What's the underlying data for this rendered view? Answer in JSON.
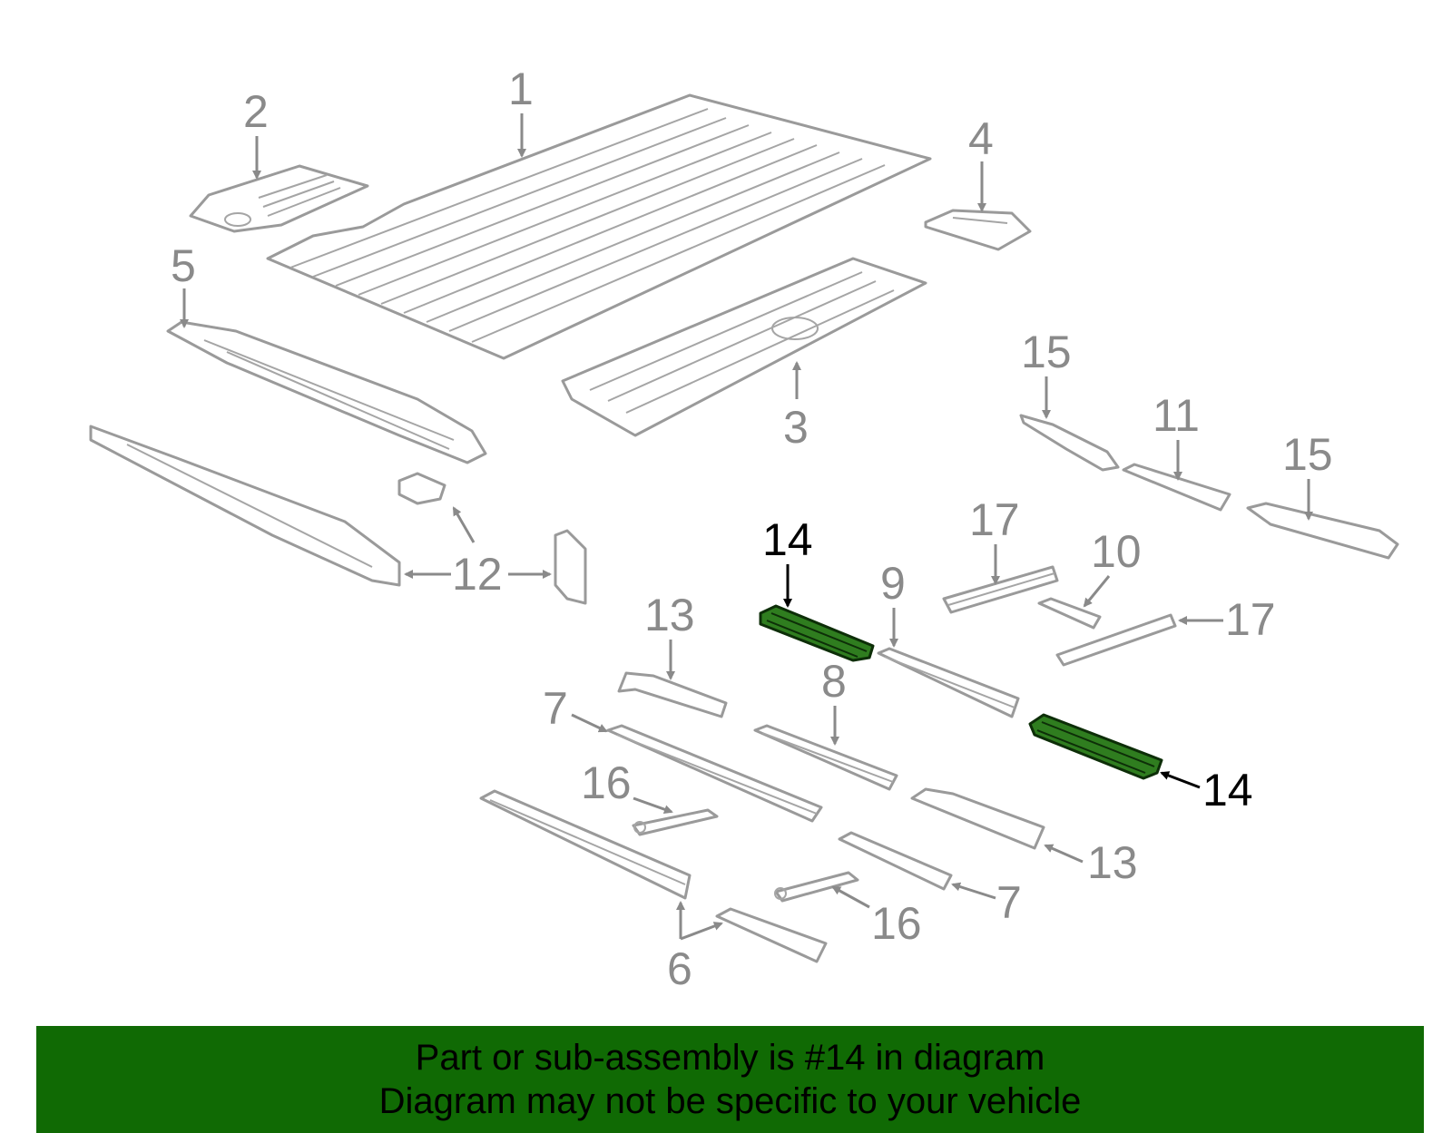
{
  "colors": {
    "banner_bg": "#106a04",
    "part_stroke": "#9a9a9a",
    "highlight_fill": "#2f7d1f",
    "callout_grey": "#8a8a8a",
    "callout_active": "#000000"
  },
  "callouts": {
    "c1": "1",
    "c2": "2",
    "c3": "3",
    "c4": "4",
    "c5": "5",
    "c6": "6",
    "c7a": "7",
    "c7b": "7",
    "c8": "8",
    "c9": "9",
    "c10": "10",
    "c11": "11",
    "c12": "12",
    "c13a": "13",
    "c13b": "13",
    "c14a": "14",
    "c14b": "14",
    "c15a": "15",
    "c15b": "15",
    "c16a": "16",
    "c16b": "16",
    "c17a": "17",
    "c17b": "17"
  },
  "banner": {
    "line1": "Part or sub-assembly is #14 in diagram",
    "line2": "Diagram may not be specific to your vehicle"
  }
}
